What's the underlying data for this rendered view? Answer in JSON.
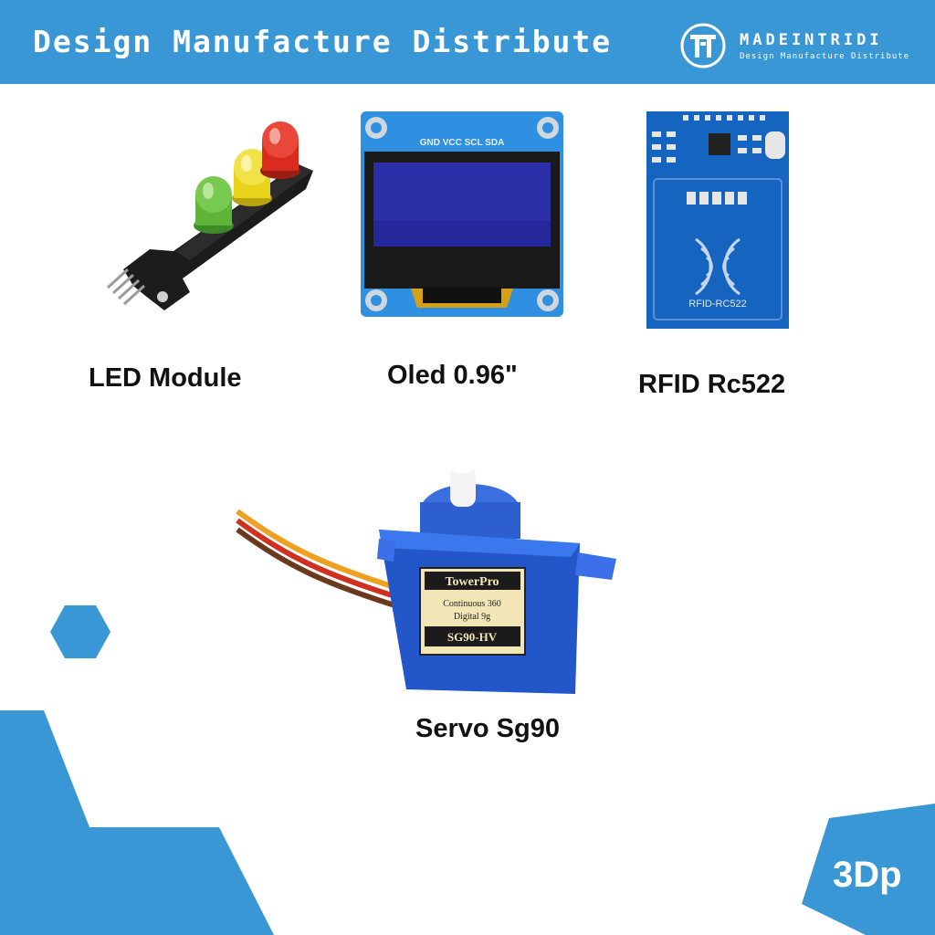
{
  "header": {
    "tagline": "Design Manufacture Distribute",
    "brand_name": "MADEINTRIDI",
    "brand_subtitle": "Design Manufacture Distribute"
  },
  "products": [
    {
      "name": "LED Module"
    },
    {
      "name": "Oled 0.96\""
    },
    {
      "name": "RFID Rc522"
    },
    {
      "name": "Servo Sg90"
    }
  ],
  "components": {
    "oled_pins": "GND VCC SCL SDA",
    "rfid_board_label": "RFID-RC522",
    "servo_brand": "TowerPro",
    "servo_desc1": "Continuous 360",
    "servo_desc2": "Digital 9g",
    "servo_model": "SG90-HV"
  },
  "badge": {
    "label": "3Dp"
  },
  "colors": {
    "brand_blue": "#3a97d6",
    "led_red": "#d92b1e",
    "led_yellow": "#e8d21a",
    "led_green": "#5fb53a",
    "pcb_blue": "#1565c0",
    "servo_blue": "#2356c9"
  },
  "icons": [
    "madeintridi-logo-icon",
    "hexagon-decoration-icon"
  ]
}
